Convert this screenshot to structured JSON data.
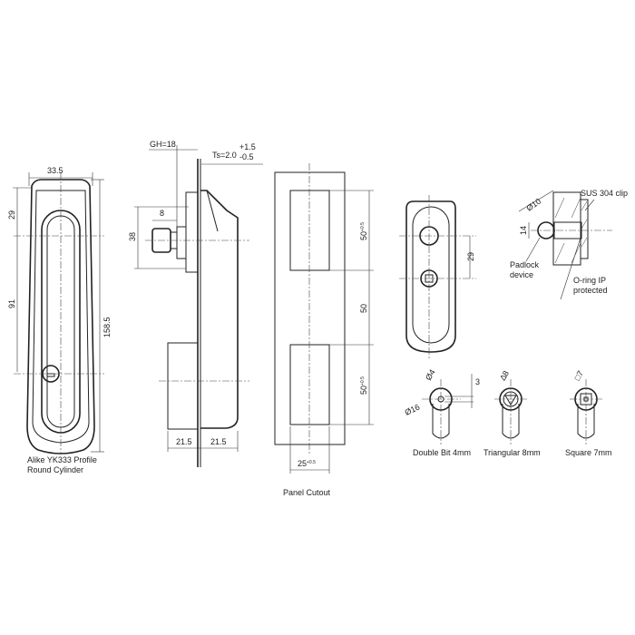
{
  "front_view": {
    "dim_width": "33.5",
    "dim_top": "29",
    "dim_middle": "91",
    "dim_total": "158.5",
    "caption_line1": "Alike YK333 Profile",
    "caption_line2": "Round Cylinder"
  },
  "side_view": {
    "dim_gh": "GH=18",
    "dim_ts": "Ts=2.0",
    "dim_ts_tol_upper": "+1.5",
    "dim_ts_tol_lower": "-0.5",
    "dim_nut": "8",
    "dim_height": "38",
    "dim_left": "21.5",
    "dim_right": "21.5"
  },
  "panel_cutout": {
    "dim_upper": "50",
    "dim_upper_tol": "+0.5",
    "dim_middle": "50",
    "dim_lower": "50",
    "dim_lower_tol": "+0.5",
    "dim_width": "25",
    "dim_width_tol": "+0.5",
    "caption": "Panel Cutout"
  },
  "padlock_view": {
    "dim_spacing": "29"
  },
  "section_view": {
    "dim_diameter": "Ø10",
    "dim_height": "14",
    "label_clip": "SUS 304 clip",
    "label_padlock_1": "Padlock",
    "label_padlock_2": "device",
    "label_oring_1": "O-ring IP",
    "label_oring_2": "protected"
  },
  "insert_options": [
    {
      "caption": "Double Bit 4mm",
      "dim_a": "Ø4",
      "dim_b": "Ø16",
      "dim_c": "3"
    },
    {
      "caption": "Triangular 8mm",
      "dim_a": "∆8"
    },
    {
      "caption": "Square 7mm",
      "dim_a": "□7"
    }
  ]
}
